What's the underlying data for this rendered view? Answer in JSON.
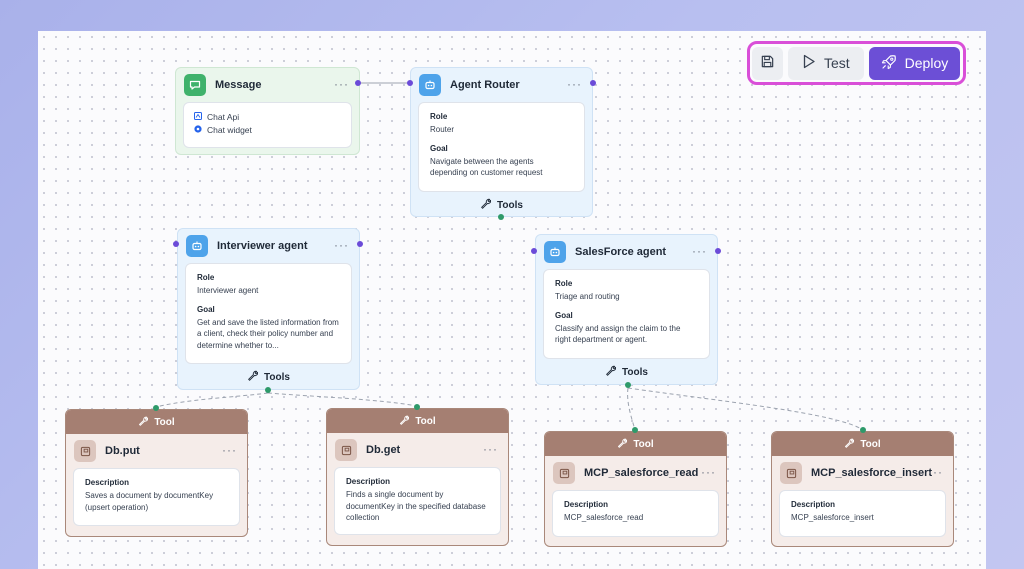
{
  "toolbar": {
    "save_icon": "save-icon",
    "test_label": "Test",
    "deploy_label": "Deploy",
    "accent_color": "#6c4fd6",
    "highlight_color": "#d94fd8"
  },
  "message_node": {
    "title": "Message",
    "channels": [
      "Chat Api",
      "Chat widget"
    ]
  },
  "agents": {
    "router": {
      "title": "Agent Router",
      "role_label": "Role",
      "role": "Router",
      "goal_label": "Goal",
      "goal": "Navigate between the agents depending on customer request",
      "tools_label": "Tools"
    },
    "interviewer": {
      "title": "Interviewer agent",
      "role_label": "Role",
      "role": "Interviewer agent",
      "goal_label": "Goal",
      "goal": "Get and save the listed information from a client, check their policy number and determine whether to...",
      "tools_label": "Tools"
    },
    "salesforce": {
      "title": "SalesForce agent",
      "role_label": "Role",
      "role": "Triage and routing",
      "goal_label": "Goal",
      "goal": "Classify and assign the claim to the right department or agent.",
      "tools_label": "Tools"
    }
  },
  "tools": {
    "db_put": {
      "banner": "Tool",
      "title": "Db.put",
      "desc_label": "Description",
      "desc": "Saves a document by documentKey (upsert operation)"
    },
    "db_get": {
      "banner": "Tool",
      "title": "Db.get",
      "desc_label": "Description",
      "desc": "Finds a single document by documentKey in the specified database collection"
    },
    "mcp_read": {
      "banner": "Tool",
      "title": "MCP_salesforce_read",
      "desc_label": "Description",
      "desc": "MCP_salesforce_read"
    },
    "mcp_insert": {
      "banner": "Tool",
      "title": "MCP_salesforce_insert",
      "desc_label": "Description",
      "desc": "MCP_salesforce_insert"
    }
  },
  "menu_glyph": "···",
  "colors": {
    "handle": "#6b4bd8",
    "tool_handle": "#2e9a6a",
    "message_icon": "#3fb26b",
    "agent_icon": "#4ea3ea",
    "tool_banner": "#a57f72"
  }
}
